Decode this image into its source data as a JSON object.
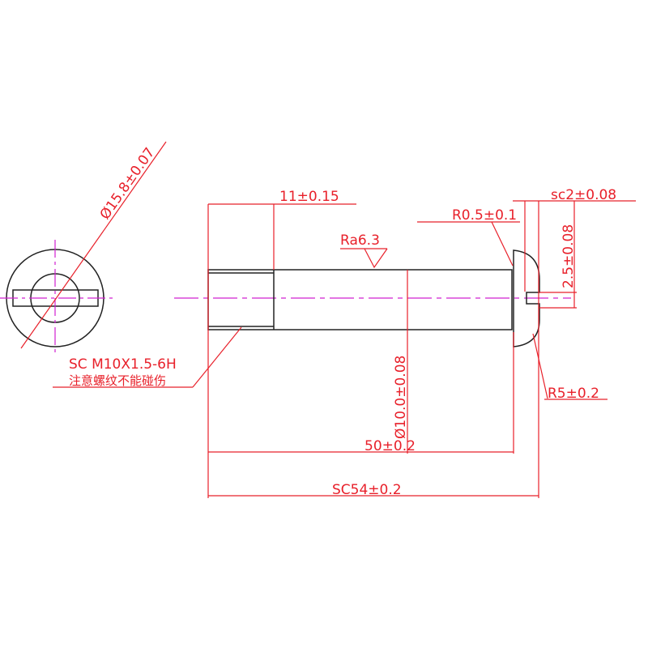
{
  "colors": {
    "dimension": "#e8202a",
    "object": "#222222",
    "centerline": "#d020d0"
  },
  "labels": {
    "head_diameter": "Ø15.8±0.07",
    "thread_length": "11±0.15",
    "roughness": "Ra6.3",
    "fillet_radius": "R0.5±0.1",
    "slot_width": "sc2±0.08",
    "slot_depth": "2.5±0.08",
    "head_radius": "R5±0.2",
    "shaft_diameter": "Ø10.0±0.08",
    "shaft_length": "50±0.2",
    "total_length": "SC54±0.2",
    "thread_spec": "SC M10X1.5-6H",
    "thread_note": "注意螺纹不能碰伤"
  }
}
